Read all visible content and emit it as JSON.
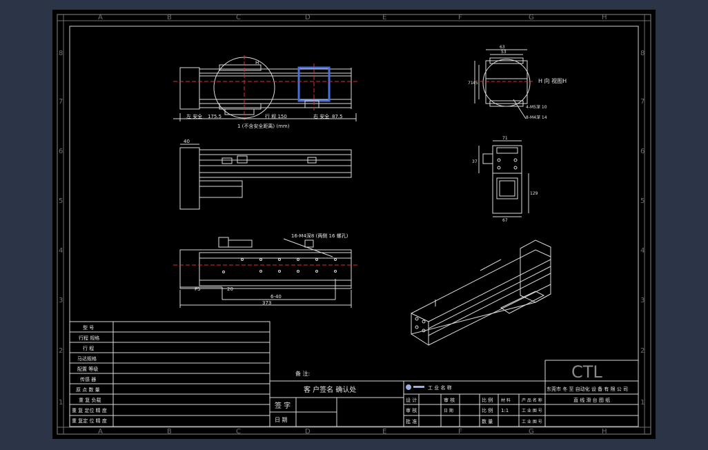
{
  "border": {
    "columns": [
      "A",
      "B",
      "C",
      "D",
      "E",
      "F",
      "G",
      "H"
    ],
    "rows": [
      "8",
      "7",
      "6",
      "5",
      "4",
      "3",
      "2",
      "1"
    ]
  },
  "top_view": {
    "mark_h": "H",
    "left_safety_label": "左 安全",
    "left_safety_value": "175.5",
    "stroke_label": "行 程 150",
    "right_safety_label": "右 安全",
    "right_safety_value": "87.5",
    "overall_label": "1 (不含安全距离) (mm)"
  },
  "side_view": {
    "dim_left": "40"
  },
  "bottom_view": {
    "holes_note": "16-M4深8 (两侧 16 螺孔)",
    "dim_a": "P5",
    "dim_b": "20",
    "dim_c": "6-40",
    "dim_total": "373"
  },
  "end_view": {
    "dim_top1": "63",
    "dim_top2": "53",
    "dim_left1": "71",
    "dim_left2": "45",
    "view_label": "H 向 视图H",
    "note1": "4-M5深 10",
    "note2": "8-M4深 14"
  },
  "section_view": {
    "dim_top": "71",
    "dim_left": "37",
    "dim_right": "129",
    "dim_bottom": "67"
  },
  "left_table": {
    "rows": [
      "型 号",
      "行程 规格",
      "行 程",
      "马达规格",
      "配置 等级",
      "传感 器",
      "原 点 数 量",
      "重 复 负载",
      "重 复 定位 精 度",
      "重 复定 位 精 度"
    ]
  },
  "customer": {
    "remark_label": "备 注:",
    "confirm_label": "客 户签名 确认处",
    "sign_label": "签 字",
    "date_label": "日 期"
  },
  "title_block": {
    "logo": "CTL",
    "company": "东莞市 冬 至 自动化 设 备 有 限 公 司",
    "cells": {
      "project": "工 业 名 称",
      "design": "设 计",
      "check": "审 核",
      "approve": "批 准",
      "audit": "审 核",
      "ratio_label": "比 例",
      "ratio": "1:1",
      "material": "材 料",
      "count": "数 量",
      "scale_label": "比 例",
      "product_name": "产 品 名 称",
      "code": "工 业 图 号",
      "date": "日 期",
      "part_no": "工 业 图 号",
      "drawing_title": "直 线 滑 台 图 纸"
    }
  },
  "colors": {
    "sheet": "#000000",
    "frame": "#e6e6e6",
    "centerline": "#e03030",
    "highlight": "#4a6fd6",
    "zone_text": "#6f6f6f"
  }
}
